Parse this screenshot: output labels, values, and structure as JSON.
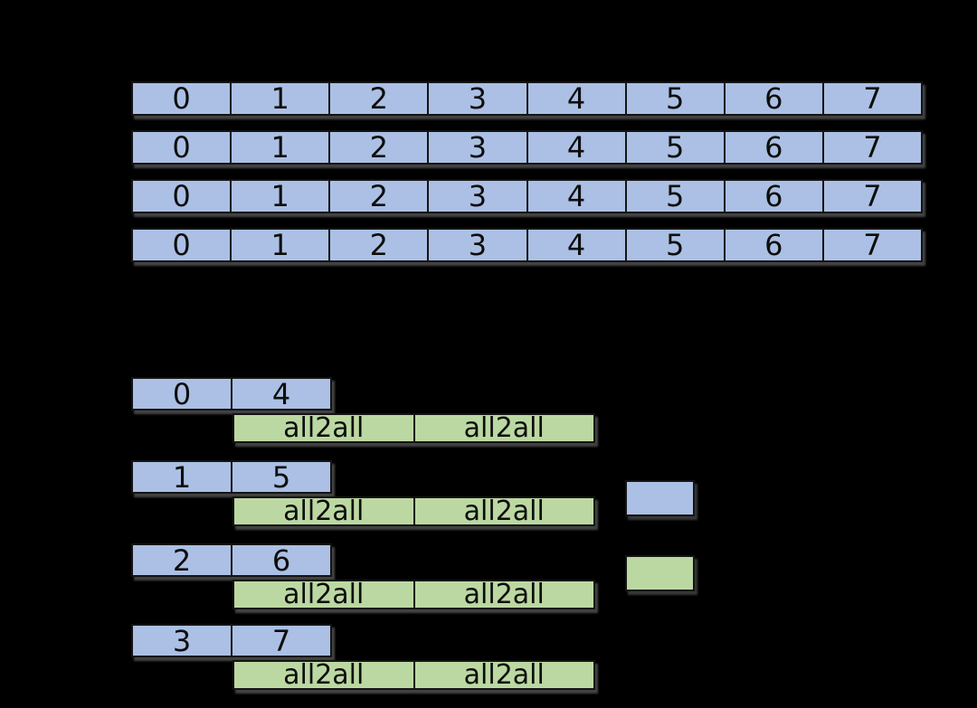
{
  "colors": {
    "background": "#000000",
    "blue_fill": "#abc0e4",
    "green_fill": "#bcd8a2",
    "border": "#141414",
    "text": "#0d0d0d",
    "shadow": "#7a7a7a"
  },
  "top_section": {
    "rows": [
      {
        "cells": [
          "0",
          "1",
          "2",
          "3",
          "4",
          "5",
          "6",
          "7"
        ]
      },
      {
        "cells": [
          "0",
          "1",
          "2",
          "3",
          "4",
          "5",
          "6",
          "7"
        ]
      },
      {
        "cells": [
          "0",
          "1",
          "2",
          "3",
          "4",
          "5",
          "6",
          "7"
        ]
      },
      {
        "cells": [
          "0",
          "1",
          "2",
          "3",
          "4",
          "5",
          "6",
          "7"
        ]
      }
    ]
  },
  "bottom_section": {
    "groups": [
      {
        "pair": [
          "0",
          "4"
        ],
        "bars": [
          "all2all",
          "all2all"
        ]
      },
      {
        "pair": [
          "1",
          "5"
        ],
        "bars": [
          "all2all",
          "all2all"
        ]
      },
      {
        "pair": [
          "2",
          "6"
        ],
        "bars": [
          "all2all",
          "all2all"
        ]
      },
      {
        "pair": [
          "3",
          "7"
        ],
        "bars": [
          "all2all",
          "all2all"
        ]
      }
    ]
  },
  "legend": {
    "items": [
      {
        "id": "blue-swatch",
        "color_ref": "blue_fill"
      },
      {
        "id": "green-swatch",
        "color_ref": "green_fill"
      }
    ]
  }
}
